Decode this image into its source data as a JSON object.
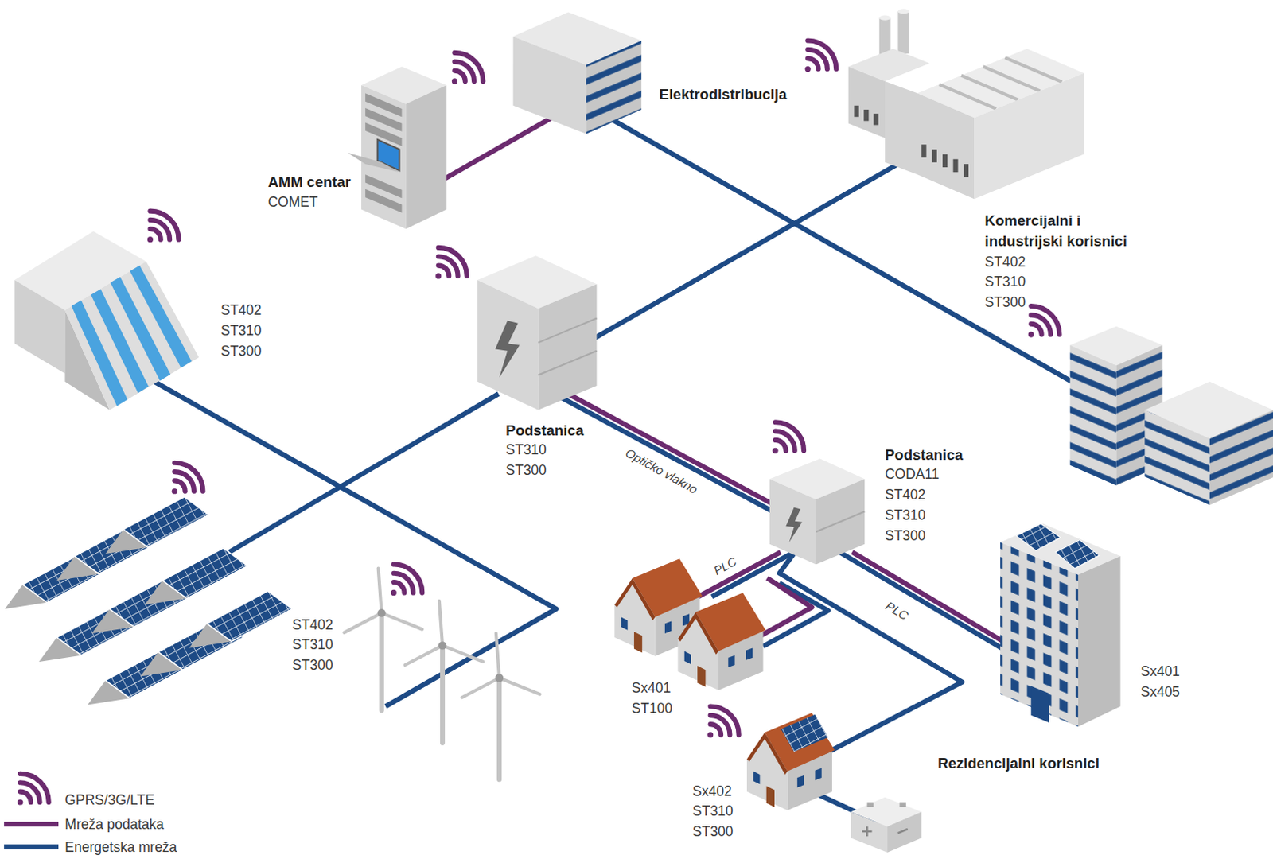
{
  "diagram": {
    "nodes": [
      {
        "text": [
          "AMM centar",
          "COMET"
        ]
      },
      {
        "text": [
          "Elektrodistribucija"
        ]
      },
      {
        "text": [
          "Komercijalni i industrijski korisnici",
          "ST402 ST310 ST300"
        ]
      },
      {
        "text": [
          "ST402 ST310 ST300"
        ]
      },
      {
        "text": [
          "Podstanica",
          "ST310 ST300"
        ]
      },
      {
        "text": [
          "Podstanica",
          "CODA11 ST402 ST310 ST300"
        ]
      },
      {
        "text": [
          "ST402 ST310 ST300"
        ]
      },
      {
        "text": [
          "Sx401 ST100"
        ]
      },
      {
        "text": [
          "Sx401 Sx405"
        ]
      },
      {
        "text": [
          "Sx402 ST310 ST300"
        ]
      }
    ],
    "edges": [
      {
        "from": 0,
        "to": 1,
        "arrow": "none"
      },
      {
        "from": 2,
        "to": 4,
        "arrow": "none"
      },
      {
        "from": 4,
        "to": 6,
        "arrow": "none"
      },
      {
        "from": 4,
        "to": 5,
        "label": "Optičko vlakno",
        "arrow": "none"
      },
      {
        "from": 4,
        "to": 5,
        "arrow": "none"
      },
      {
        "from": 5,
        "to": 7,
        "label": "PLC",
        "arrow": "none"
      },
      {
        "from": 5,
        "to": 7,
        "arrow": "none"
      },
      {
        "from": 5,
        "to": 8,
        "label": "PLC",
        "arrow": "none"
      },
      {
        "from": 5,
        "to": 8,
        "arrow": "none"
      },
      {
        "from": 5,
        "to": 9,
        "arrow": "none"
      }
    ],
    "labels": [
      "Rezidencijalni korisnici"
    ],
    "legend": [
      {
        "text": "GPRS/3G/LTE"
      },
      {
        "text": "Mreža podataka"
      },
      {
        "text": "Energetska mreža"
      }
    ]
  }
}
